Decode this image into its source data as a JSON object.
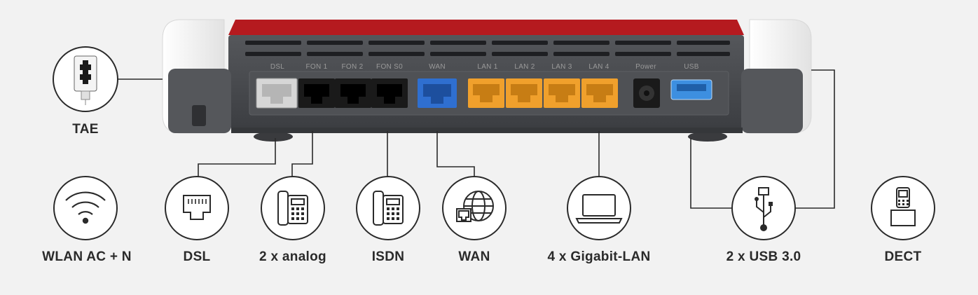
{
  "features": [
    {
      "key": "wlan",
      "label": "WLAN AC + N",
      "icon": "wifi-icon"
    },
    {
      "key": "dsl",
      "label": "DSL",
      "icon": "dsl-port-icon"
    },
    {
      "key": "analog",
      "label": "2 x analog",
      "icon": "phone-icon"
    },
    {
      "key": "isdn",
      "label": "ISDN",
      "icon": "phone-icon"
    },
    {
      "key": "wan",
      "label": "WAN",
      "icon": "globe-icon"
    },
    {
      "key": "lan",
      "label": "4 x Gigabit-LAN",
      "icon": "laptop-icon"
    },
    {
      "key": "usb",
      "label": "2 x USB 3.0",
      "icon": "usb-icon"
    },
    {
      "key": "dect",
      "label": "DECT",
      "icon": "cordless-phone-icon"
    }
  ],
  "tae": {
    "label": "TAE",
    "icon": "tae-plug-icon"
  },
  "port_labels": {
    "dsl": "DSL",
    "fon1": "FON 1",
    "fon2": "FON 2",
    "fons0": "FON S0",
    "wan": "WAN",
    "lan1": "LAN 1",
    "lan2": "LAN 2",
    "lan3": "LAN 3",
    "lan4": "LAN 4",
    "power": "Power",
    "usb": "USB"
  },
  "colors": {
    "router_red": "#b51a1f",
    "router_body": "#4a4c50",
    "router_white": "#f5f5f5",
    "port_gray": "#c9c9c9",
    "port_black": "#1a1a1a",
    "port_blue": "#2f6fd0",
    "port_orange": "#f0a02c",
    "port_usb": "#3d8fe0",
    "line": "#2a2a2a"
  }
}
